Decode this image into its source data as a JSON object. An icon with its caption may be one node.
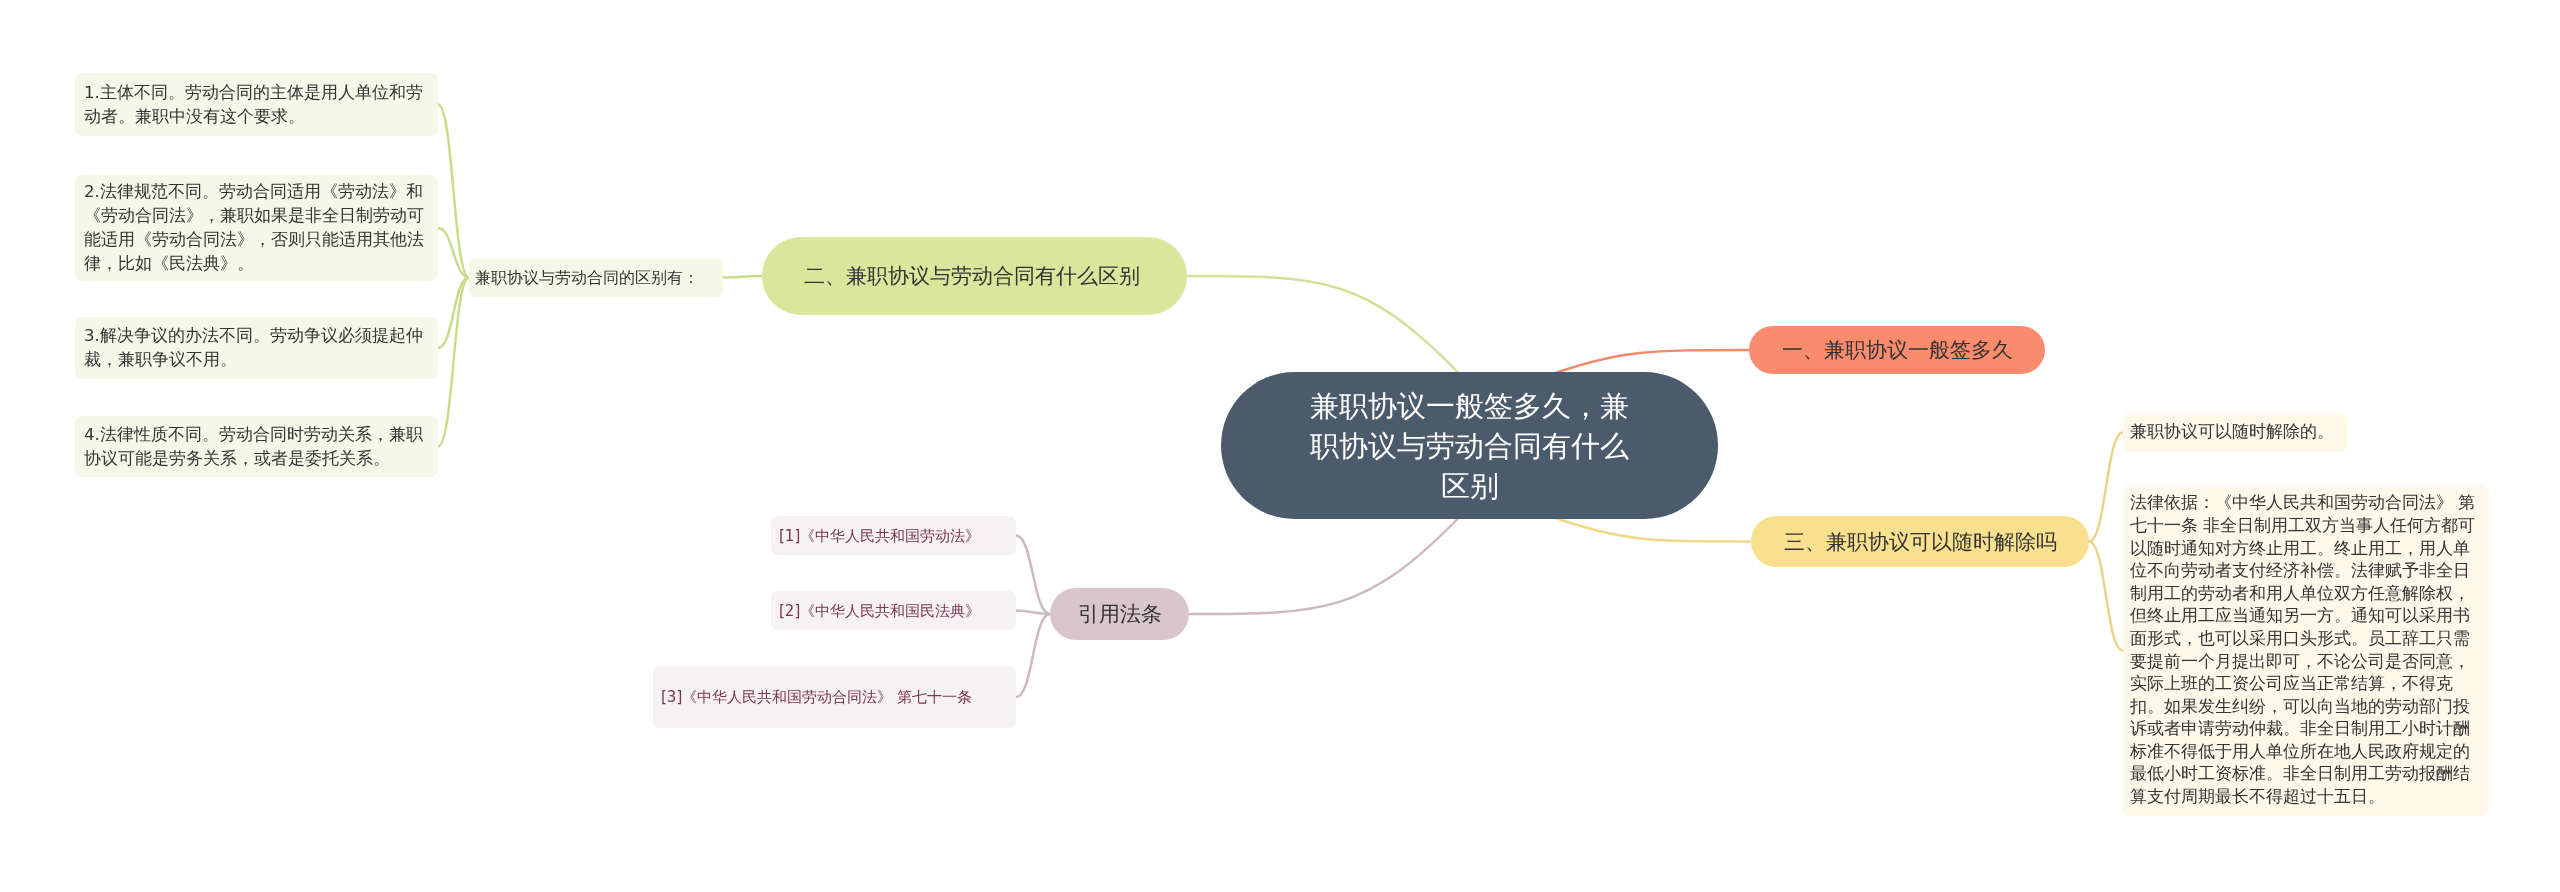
{
  "diagram": {
    "nodes": [
      {
        "text": [
          "兼职协议一般签多久，兼职协议与劳动合同有什么区别"
        ]
      },
      {
        "text": [
          "二、兼职协议与劳动合同有什么区别"
        ]
      },
      {
        "text": [
          "兼职协议与劳动合同的区别有："
        ]
      },
      {
        "text": [
          "1.主体不同。劳动合同的主体是用人单位和劳动者。兼职中没有这个要求。"
        ]
      },
      {
        "text": [
          "2.法律规范不同。劳动合同适用《劳动法》和《劳动合同法》，兼职如果是非全日制劳动可能适用《劳动合同法》，否则只能适用其他法律，比如《民法典》。"
        ]
      },
      {
        "text": [
          "3.解决争议的办法不同。劳动争议必须提起仲裁，兼职争议不用。"
        ]
      },
      {
        "text": [
          "4.法律性质不同。劳动合同时劳动关系，兼职协议可能是劳务关系，或者是委托关系。"
        ]
      },
      {
        "text": [
          "一、兼职协议一般签多久"
        ]
      },
      {
        "text": [
          "三、兼职协议可以随时解除吗"
        ]
      },
      {
        "text": [
          "兼职协议可以随时解除的。"
        ]
      },
      {
        "text": [
          "法律依据：《中华人民共和国劳动合同法》 第七十一条 非全日制用工双方当事人任何方都可以随时通知对方终止用工。终止用工，用人单位不向劳动者支付经济补偿。法律赋予非全日制用工的劳动者和用人单位双方任意解除权，但终止用工应当通知另一方。通知可以采用书面形式，也可以采用口头形式。员工辞工只需要提前一个月提出即可，不论公司是否同意，实际上班的工资公司应当正常结算，不得克扣。如果发生纠纷，可以向当地的劳动部门投诉或者申请劳动仲裁。非全日制用工小时计酬标准不得低于用人单位所在地人民政府规定的最低小时工资标准。非全日制用工劳动报酬结算支付周期最长不得超过十五日。"
        ]
      },
      {
        "text": [
          "引用法条"
        ]
      },
      {
        "text": [
          "[1]《中华人民共和国劳动法》"
        ]
      },
      {
        "text": [
          "[2]《中华人民共和国民法典》"
        ]
      },
      {
        "text": [
          "[3]《中华人民共和国劳动合同法》 第七十一条"
        ]
      }
    ],
    "edges": [
      {
        "from": 0,
        "to": 1,
        "arrow": "none",
        "color": "#d3e09a"
      },
      {
        "from": 1,
        "to": 2,
        "arrow": "none",
        "color": "#c9dc8a"
      },
      {
        "from": 2,
        "to": 3,
        "arrow": "none",
        "color": "#c9dc8a"
      },
      {
        "from": 2,
        "to": 4,
        "arrow": "none",
        "color": "#c9dc8a"
      },
      {
        "from": 2,
        "to": 5,
        "arrow": "none",
        "color": "#c9dc8a"
      },
      {
        "from": 2,
        "to": 6,
        "arrow": "none",
        "color": "#c9dc8a"
      },
      {
        "from": 0,
        "to": 7,
        "arrow": "none",
        "color": "#ef8a6c"
      },
      {
        "from": 0,
        "to": 8,
        "arrow": "none",
        "color": "#f0d98a"
      },
      {
        "from": 8,
        "to": 9,
        "arrow": "none",
        "color": "#ead38a"
      },
      {
        "from": 8,
        "to": 10,
        "arrow": "none",
        "color": "#ead38a"
      },
      {
        "from": 0,
        "to": 11,
        "arrow": "none",
        "color": "#cdb9c0"
      },
      {
        "from": 11,
        "to": 12,
        "arrow": "none",
        "color": "#cdb9c0"
      },
      {
        "from": 11,
        "to": 13,
        "arrow": "none",
        "color": "#cdb9c0"
      },
      {
        "from": 11,
        "to": 14,
        "arrow": "none",
        "color": "#cdb9c0"
      }
    ]
  }
}
